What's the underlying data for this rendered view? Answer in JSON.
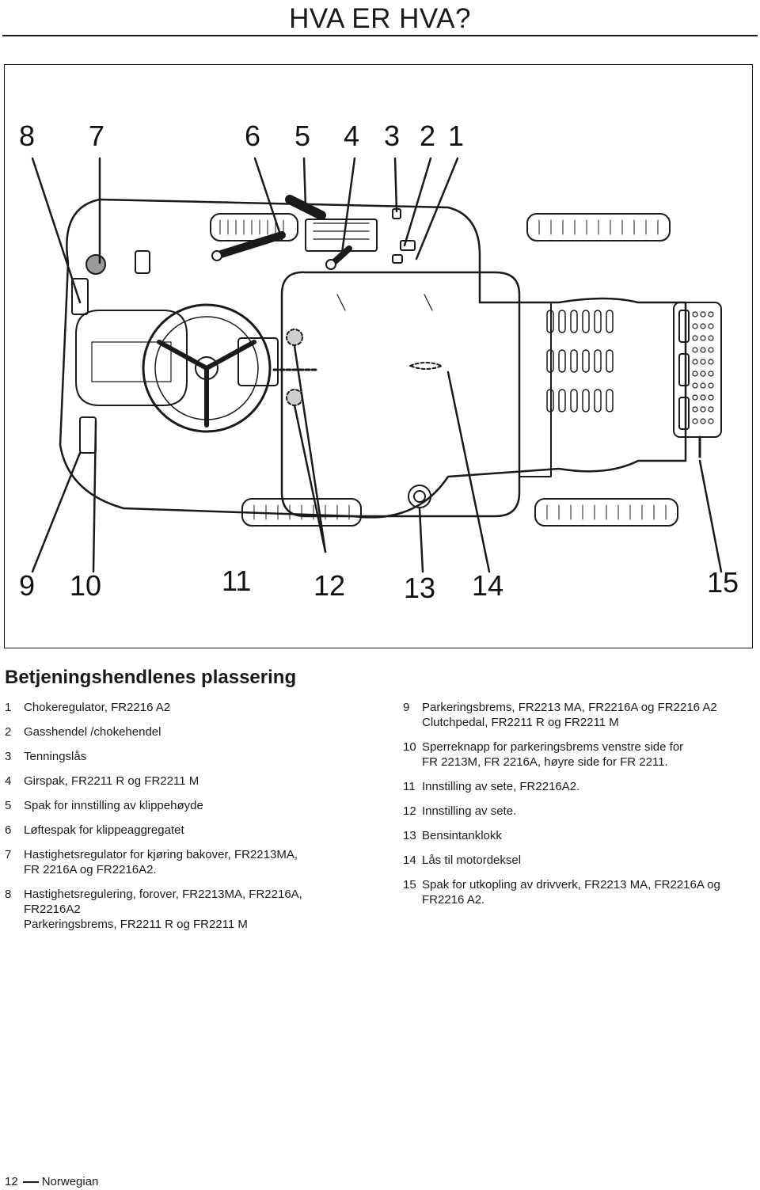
{
  "header": {
    "title": "HVA ER HVA?"
  },
  "figure": {
    "callouts_top": [
      "8",
      "7",
      "6",
      "5",
      "4",
      "3",
      "2",
      "1"
    ],
    "callouts_bottom": [
      "9",
      "10",
      "11",
      "12",
      "13",
      "14",
      "15"
    ]
  },
  "section": {
    "heading": "Betjeningshendlenes plassering"
  },
  "items_left": [
    {
      "num": "1",
      "lines": [
        "Chokeregulator, FR2216 A2"
      ]
    },
    {
      "num": "2",
      "lines": [
        "Gasshendel /chokehendel"
      ]
    },
    {
      "num": "3",
      "lines": [
        "Tenningslås"
      ]
    },
    {
      "num": "4",
      "lines": [
        "Girspak, FR2211 R og FR2211 M"
      ]
    },
    {
      "num": "5",
      "lines": [
        "Spak for innstilling av klippehøyde"
      ]
    },
    {
      "num": "6",
      "lines": [
        "Løftespak for klippeaggregatet"
      ]
    },
    {
      "num": "7",
      "lines": [
        "Hastighetsregulator for kjøring bakover, FR2213MA,",
        "FR 2216A og FR2216A2."
      ]
    },
    {
      "num": "8",
      "lines": [
        "Hastighetsregulering, forover, FR2213MA, FR2216A,",
        "FR2216A2",
        "Parkeringsbrems, FR2211 R og FR2211 M"
      ]
    }
  ],
  "items_right": [
    {
      "num": "9",
      "lines": [
        "Parkeringsbrems, FR2213 MA, FR2216A og FR2216 A2",
        "Clutchpedal, FR2211 R og FR2211 M"
      ]
    },
    {
      "num": "10",
      "lines": [
        "Sperreknapp for parkeringsbrems venstre side for",
        "FR 2213M, FR 2216A, høyre side for FR 2211."
      ]
    },
    {
      "num": "11",
      "lines": [
        "Innstilling av sete, FR2216A2."
      ]
    },
    {
      "num": "12",
      "lines": [
        "Innstilling av sete."
      ]
    },
    {
      "num": "13",
      "lines": [
        "Bensintanklokk"
      ]
    },
    {
      "num": "14",
      "lines": [
        "Lås til motordeksel"
      ]
    },
    {
      "num": "15",
      "lines": [
        "Spak for utkopling av drivverk, FR2213 MA, FR2216A og",
        "FR2216 A2."
      ]
    }
  ],
  "footer": {
    "page_number": "12",
    "language": "Norwegian"
  }
}
